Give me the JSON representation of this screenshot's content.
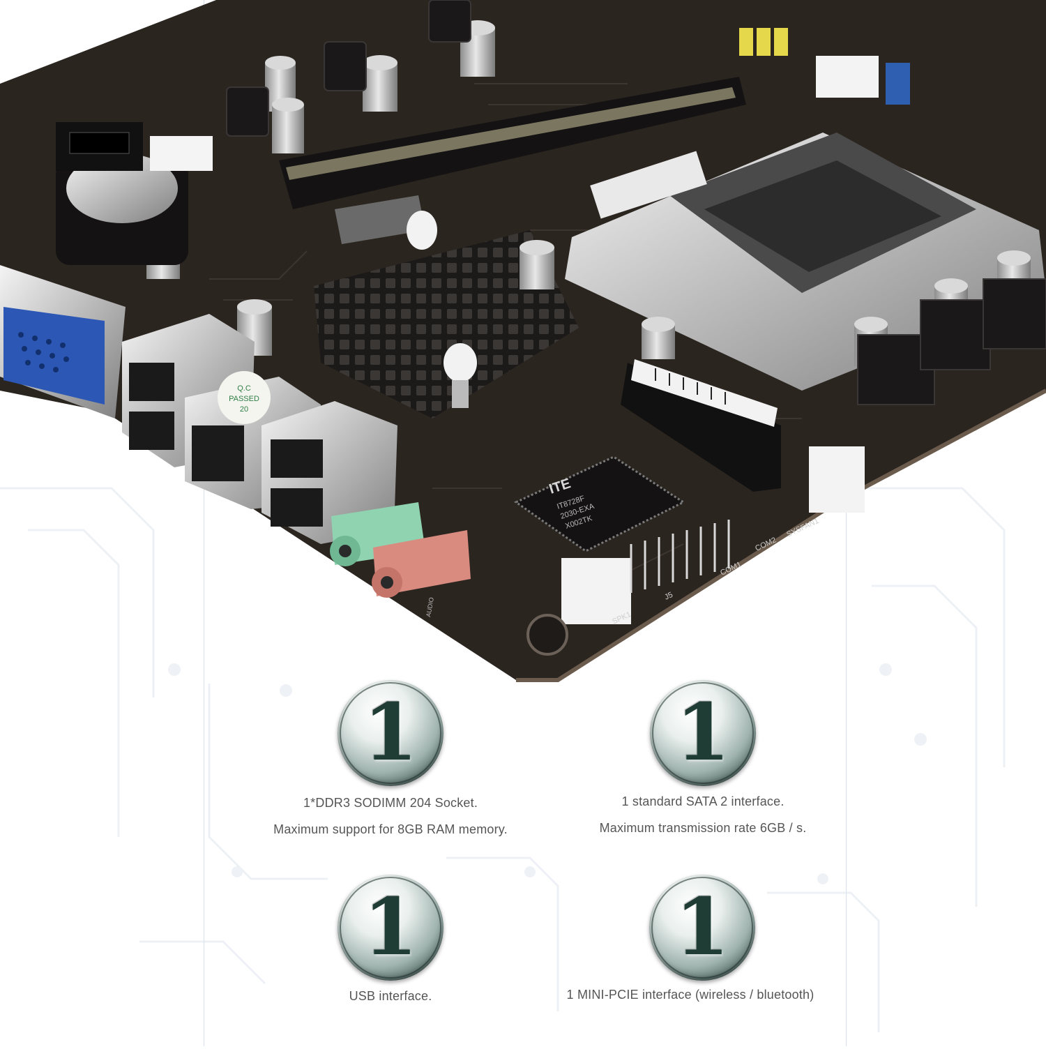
{
  "features": [
    {
      "number": "1",
      "line1": "1*DDR3 SODIMM 204 Socket.",
      "line2": "Maximum support for 8GB RAM memory."
    },
    {
      "number": "1",
      "line1": "1 standard SATA 2 interface.",
      "line2": "Maximum transmission rate 6GB / s."
    },
    {
      "number": "1",
      "line1": "USB interface.",
      "line2": ""
    },
    {
      "number": "1",
      "line1": "1 MINI-PCIE interface (wireless / bluetooth)",
      "line2": ""
    }
  ],
  "board_labels": {
    "chip_brand": "ITE",
    "chip_model": "IT8728F",
    "chip_code": "2030-EXA",
    "chip_batch": "X002TK",
    "qc_sticker_line1": "Q.C",
    "qc_sticker_line2": "PASSED",
    "qc_sticker_line3": "20",
    "header_com1": "COM1",
    "header_com2": "COM2",
    "header_sysfan": "SYSFAN1",
    "header_spk": "SPK1",
    "header_j5": "J5",
    "audio_label": "AUDIO"
  },
  "colors": {
    "pcb": "#2b2520",
    "badge_number": "#1f3d35",
    "vga_port": "#2c57b5",
    "audio_green": "#8fd3b0",
    "audio_pink": "#d98b80"
  }
}
